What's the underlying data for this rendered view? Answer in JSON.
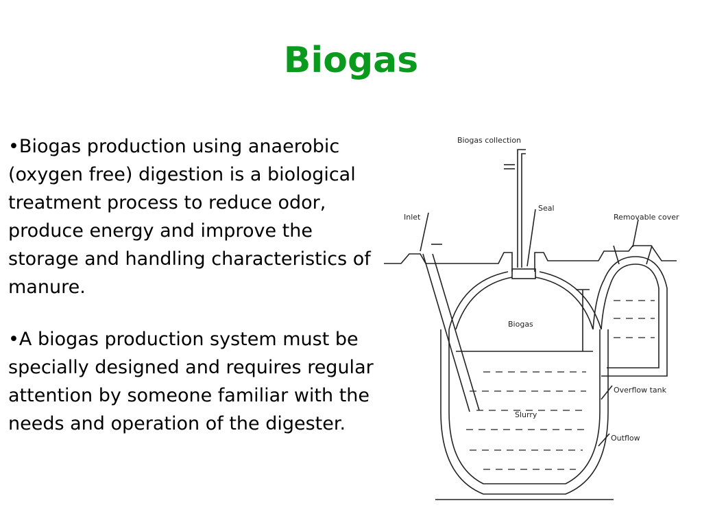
{
  "slide": {
    "title": "Biogas",
    "bullets": [
      "•Biogas production using anaerobic (oxygen free) digestion is a biological treatment process to reduce odor, produce energy and improve the storage and handling characteristics of manure.",
      "•A biogas production system must be specially designed and requires regular attention by someone familiar with the needs and operation of the digester."
    ]
  },
  "diagram": {
    "labels": {
      "biogas_collection": "Biogas collection",
      "inlet": "Inlet",
      "seal": "Seal",
      "removable_cover": "Removable cover",
      "biogas": "Biogas",
      "overflow_tank": "Overflow tank",
      "slurry": "Slurry",
      "outflow": "Outflow"
    }
  }
}
